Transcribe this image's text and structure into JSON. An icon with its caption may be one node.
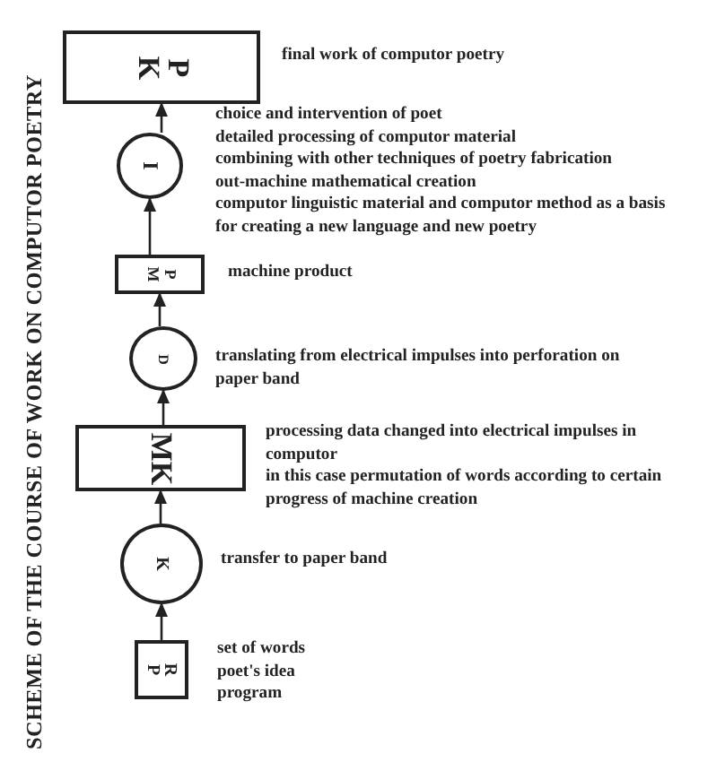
{
  "diagram": {
    "title": "SCHEME OF THE COURSE OF WORK ON COMPUTOR POETRY",
    "nodes": [
      {
        "text": [
          "K P"
        ],
        "beside": [
          "final work of computor poetry"
        ]
      },
      {
        "text": [
          "I"
        ],
        "beside": [
          "choice and intervention of poet",
          "detailed processing of computor material",
          "combining with other techniques of poetry fabrication",
          "out-machine mathematical creation",
          "computor linguistic material and computor method as a basis for creating a new language and new poetry"
        ]
      },
      {
        "text": [
          "M P"
        ],
        "beside": [
          "machine product"
        ]
      },
      {
        "text": [
          "D"
        ],
        "beside": [
          "translating from electrical impulses into perforation on paper band"
        ]
      },
      {
        "text": [
          "MK"
        ],
        "beside": [
          "processing data changed into electrical impulses in computor",
          "in this case permutation of words according to certain progress of machine creation"
        ]
      },
      {
        "text": [
          "K"
        ],
        "beside": [
          "transfer to paper band"
        ]
      },
      {
        "text": [
          "P R"
        ],
        "beside": [
          "set of words",
          "poet's idea",
          "program"
        ]
      }
    ],
    "edges": [
      {
        "from": 1,
        "to": 0,
        "arrow": "to"
      },
      {
        "from": 2,
        "to": 1,
        "arrow": "to"
      },
      {
        "from": 3,
        "to": 2,
        "arrow": "to"
      },
      {
        "from": 4,
        "to": 3,
        "arrow": "to"
      },
      {
        "from": 5,
        "to": 4,
        "arrow": "to"
      },
      {
        "from": 6,
        "to": 5,
        "arrow": "to"
      }
    ]
  }
}
